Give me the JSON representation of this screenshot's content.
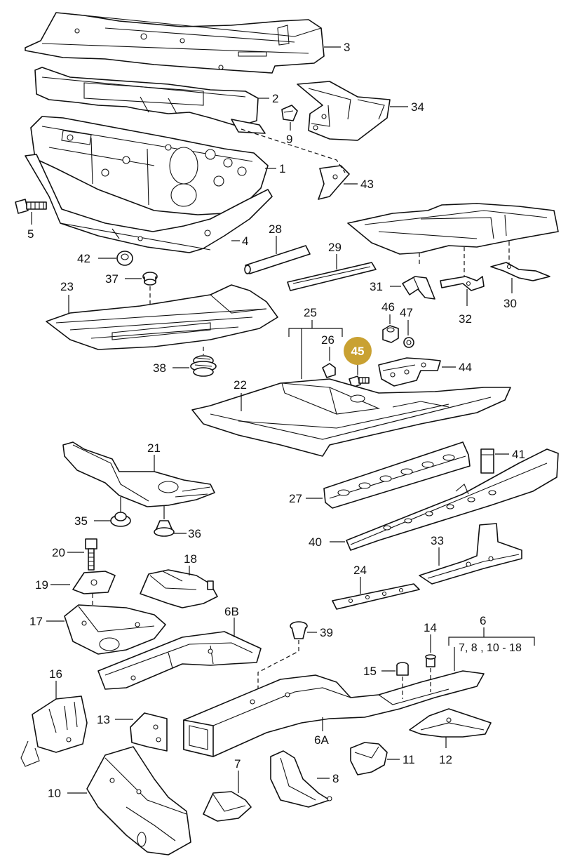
{
  "highlight": {
    "label": "45",
    "color": "#c9a132"
  },
  "labels": {
    "l1": "1",
    "l2": "2",
    "l3": "3",
    "l4": "4",
    "l5": "5",
    "l6": "6",
    "l6_range": "7, 8 , 10 - 18",
    "l6A": "6A",
    "l6B": "6B",
    "l7": "7",
    "l8": "8",
    "l9": "9",
    "l10": "10",
    "l11": "11",
    "l12": "12",
    "l13": "13",
    "l14": "14",
    "l15": "15",
    "l16": "16",
    "l17": "17",
    "l18": "18",
    "l19": "19",
    "l20": "20",
    "l21": "21",
    "l22": "22",
    "l23": "23",
    "l24": "24",
    "l25": "25",
    "l26": "26",
    "l27": "27",
    "l28": "28",
    "l29": "29",
    "l30": "30",
    "l31": "31",
    "l32": "32",
    "l33": "33",
    "l34": "34",
    "l35": "35",
    "l36": "36",
    "l37": "37",
    "l38": "38",
    "l39": "39",
    "l40": "40",
    "l41": "41",
    "l42": "42",
    "l43": "43",
    "l44": "44",
    "l46": "46",
    "l47": "47"
  }
}
